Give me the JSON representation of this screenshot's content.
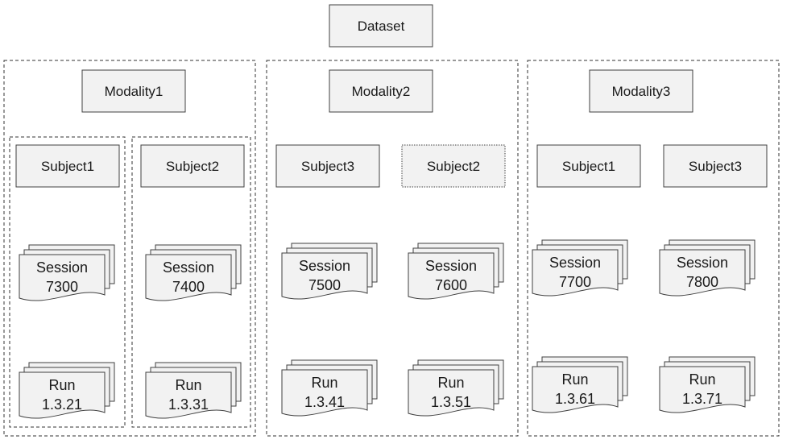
{
  "root": {
    "label": "Dataset"
  },
  "modalities": [
    {
      "label": "Modality1",
      "subjects": [
        {
          "label": "Subject1",
          "session_label": "Session",
          "session_id": "7300",
          "run_label": "Run",
          "run_id": "1.3.21"
        },
        {
          "label": "Subject2",
          "session_label": "Session",
          "session_id": "7400",
          "run_label": "Run",
          "run_id": "1.3.31"
        }
      ]
    },
    {
      "label": "Modality2",
      "subjects": [
        {
          "label": "Subject3",
          "session_label": "Session",
          "session_id": "7500",
          "run_label": "Run",
          "run_id": "1.3.41"
        },
        {
          "label": "Subject2",
          "session_label": "Session",
          "session_id": "7600",
          "run_label": "Run",
          "run_id": "1.3.51"
        }
      ]
    },
    {
      "label": "Modality3",
      "subjects": [
        {
          "label": "Subject1",
          "session_label": "Session",
          "session_id": "7700",
          "run_label": "Run",
          "run_id": "1.3.61"
        },
        {
          "label": "Subject3",
          "session_label": "Session",
          "session_id": "7800",
          "run_label": "Run",
          "run_id": "1.3.71"
        }
      ]
    }
  ],
  "colors": {
    "box_fill": "#f2f2f2",
    "stroke": "#404040",
    "dashed": "#333333"
  }
}
